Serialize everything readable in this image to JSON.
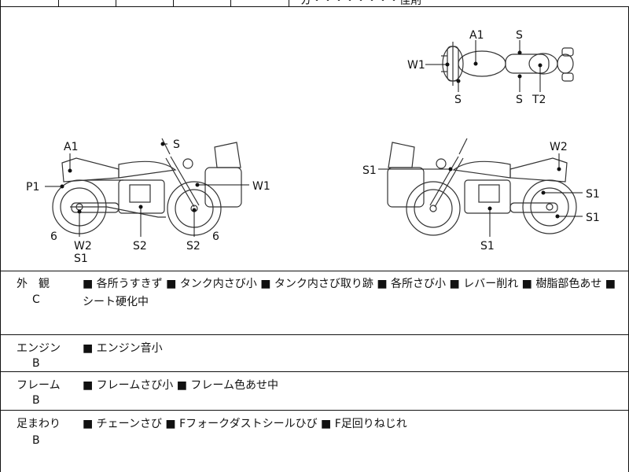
{
  "top_partial_text": "ガ・・・・・・・・佳剤",
  "labels": {
    "a1_top": "A1",
    "s_top1": "S",
    "w1_top": "W1",
    "s_top2": "S",
    "s_top3": "S",
    "t2_top": "T2",
    "a1_left": "A1",
    "s_left": "S",
    "p1_left": "P1",
    "w1_left": "W1",
    "six_left1": "6",
    "w2_left": "W2",
    "s1_left": "S1",
    "s2_left1": "S2",
    "s2_left2": "S2",
    "six_left2": "6",
    "s1_right1": "S1",
    "w2_right": "W2",
    "s1_right2": "S1",
    "s1_right3": "S1",
    "s1_right4": "S1"
  },
  "rows": [
    {
      "name": "外　観",
      "grade": "C",
      "desc": "■ 各所うすきず ■ タンク内さび小 ■ タンク内さび取り跡 ■ 各所さび小 ■ レバー削れ ■ 樹脂部色あせ ■ シート硬化中"
    },
    {
      "name": "エンジン",
      "grade": "B",
      "desc": "■ エンジン音小"
    },
    {
      "name": "フレーム",
      "grade": "B",
      "desc": "■ フレームさび小 ■ フレーム色あせ中"
    },
    {
      "name": "足まわり",
      "grade": "B",
      "desc": "■ チェーンさび ■ Fフォークダストシールひび ■ F足回りねじれ"
    }
  ]
}
